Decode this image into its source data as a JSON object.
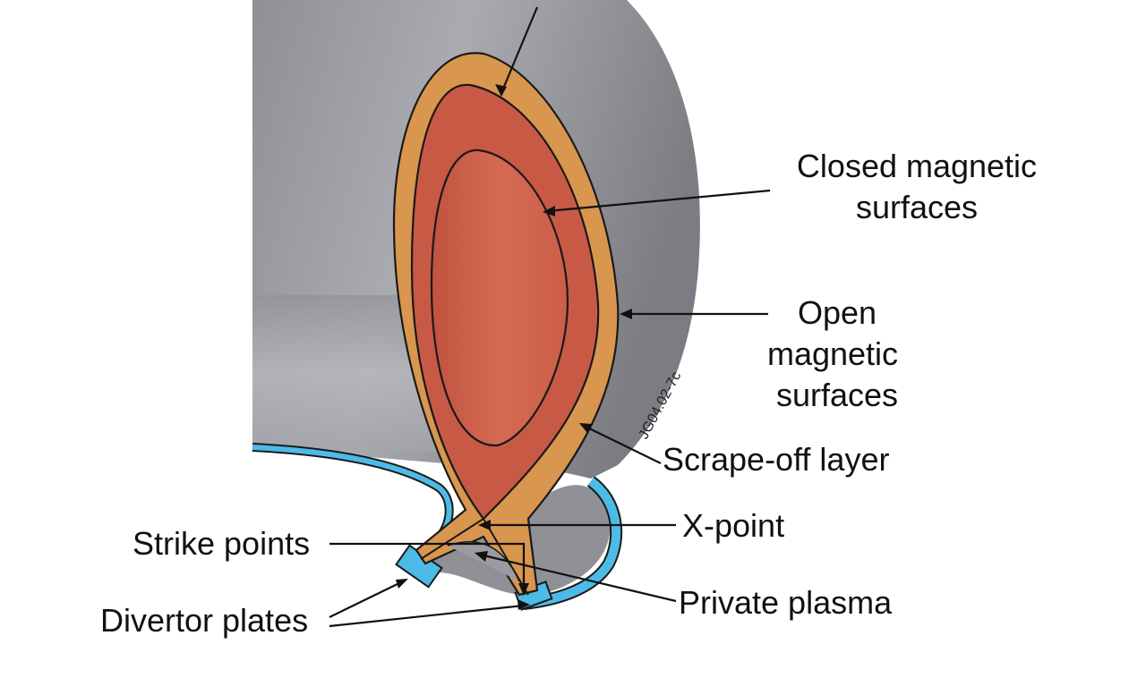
{
  "figure": {
    "code": "JG04.02-7c",
    "labels": {
      "closed_surfaces": [
        "Closed magnetic",
        "surfaces"
      ],
      "open_surfaces": [
        "Open",
        "magnetic",
        "surfaces"
      ],
      "scrape_off": "Scrape-off layer",
      "x_point": "X-point",
      "private_plasma": "Private plasma",
      "strike_points": "Strike points",
      "divertor_plates": "Divertor plates"
    },
    "colors": {
      "vessel_grey": "#9a9ca1",
      "scrape_off_orange": "#d9964f",
      "plasma_red": "#c85a45",
      "plasma_core": "#d2654e",
      "divertor_blue": "#4dbbe8",
      "outline": "#1a1a1a"
    }
  }
}
